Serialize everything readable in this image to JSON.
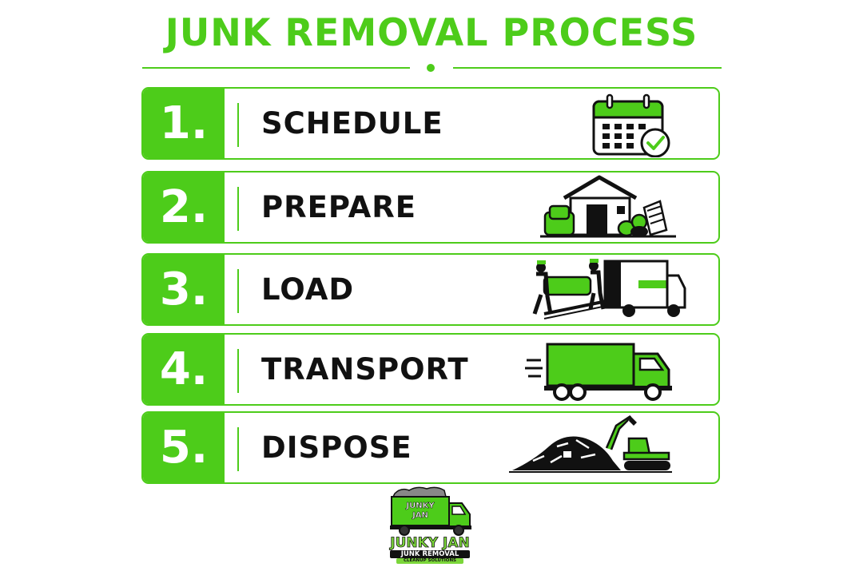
{
  "title": "JUNK REMOVAL PROCESS",
  "colors": {
    "accent": "#4dcc1a",
    "text": "#111111",
    "background": "#ffffff"
  },
  "steps": [
    {
      "number": "1.",
      "label": "SCHEDULE",
      "icon": "calendar-check-icon"
    },
    {
      "number": "2.",
      "label": "PREPARE",
      "icon": "house-with-junk-icon"
    },
    {
      "number": "3.",
      "label": "LOAD",
      "icon": "movers-loading-truck-icon"
    },
    {
      "number": "4.",
      "label": "TRANSPORT",
      "icon": "moving-truck-icon"
    },
    {
      "number": "5.",
      "label": "DISPOSE",
      "icon": "excavator-junk-pile-icon"
    }
  ],
  "logo": {
    "truck_text": [
      "JUNKY",
      "JAN"
    ],
    "name": "JUNKY JAN",
    "tagline": "JUNK REMOVAL",
    "subtagline": "CLEANUP SOLUTIONS"
  }
}
